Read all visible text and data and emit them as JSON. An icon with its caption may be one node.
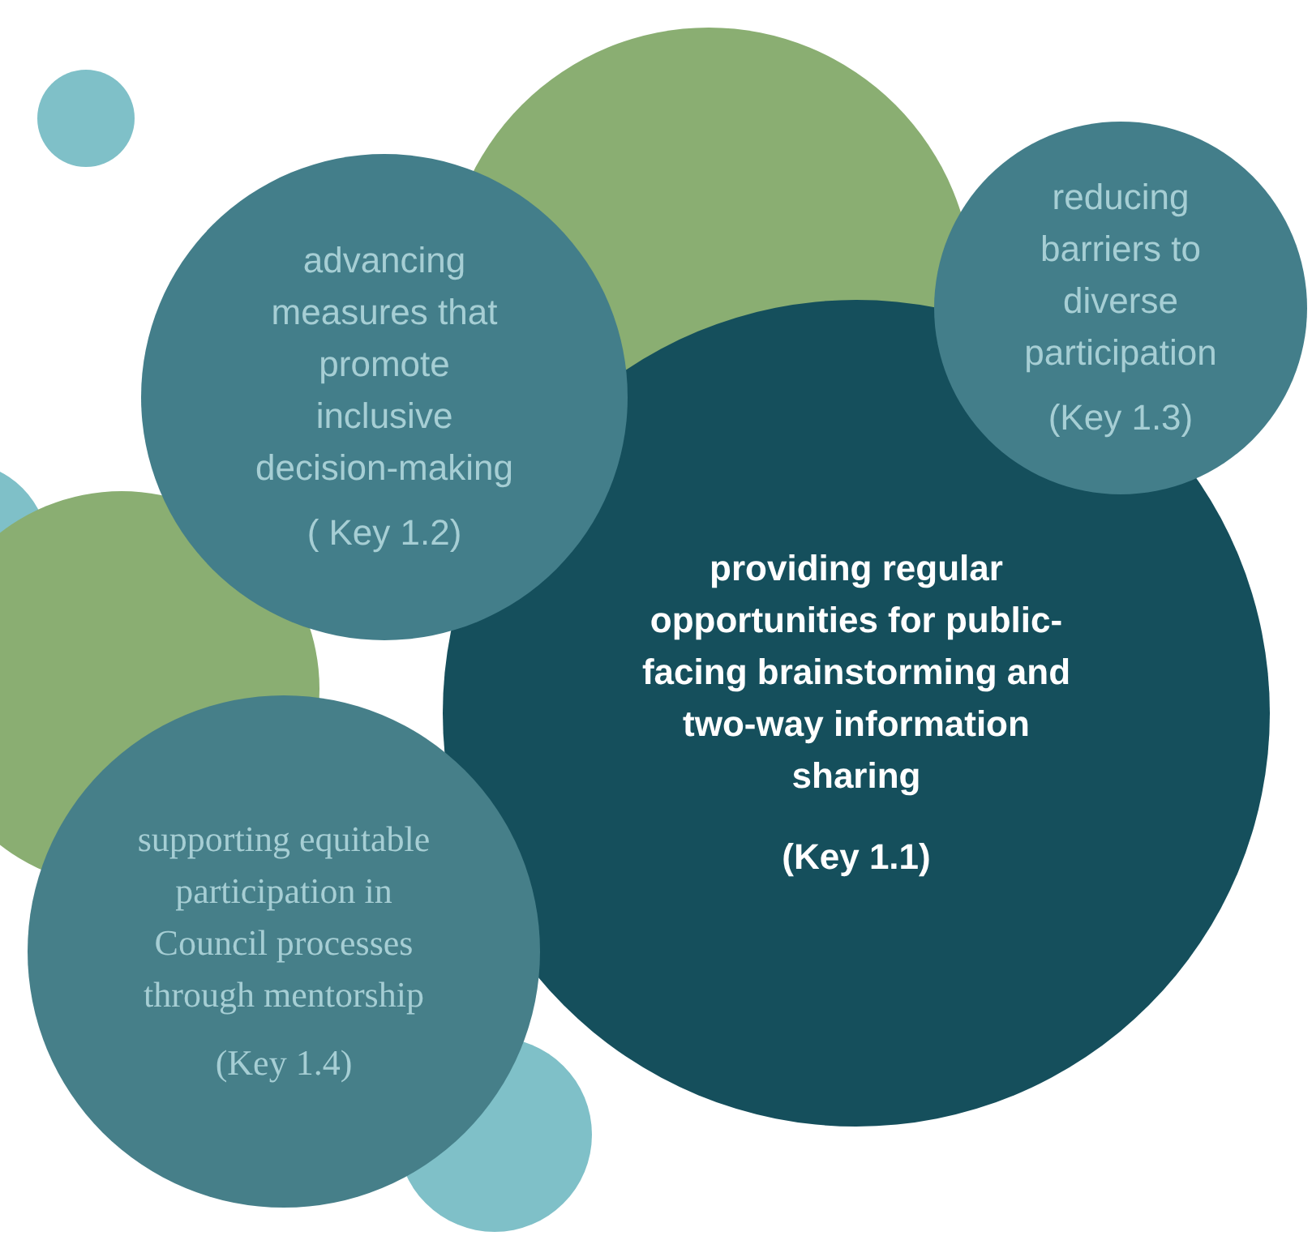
{
  "diagram": {
    "nodes": [
      {
        "text": [],
        "shape": "circle"
      },
      {
        "text": [],
        "shape": "circle"
      },
      {
        "text": [
          "advancing measures that promote inclusive decision-making",
          "( Key 1.2)"
        ]
      },
      {
        "text": [
          "reducing barriers to diverse participation",
          "(Key 1.3)"
        ]
      },
      {
        "text": [],
        "shape": "circle"
      },
      {
        "text": [],
        "shape": "circle"
      },
      {
        "text": [
          "providing regular opportunities for public-facing brainstorming and two-way information sharing",
          "(Key 1.1)"
        ]
      },
      {
        "text": [
          "supporting equitable participation in Council processes through mentorship",
          "(Key 1.4)"
        ]
      },
      {
        "text": [],
        "shape": "circle"
      }
    ]
  }
}
